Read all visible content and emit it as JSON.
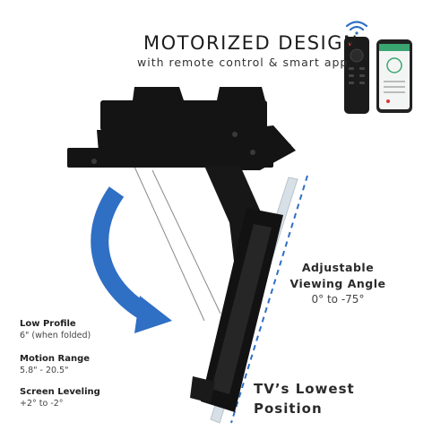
{
  "headline": "MOTORIZED DESIGN",
  "subheadline": "with remote control & smart app",
  "viewing_angle": {
    "title_line1": "Adjustable",
    "title_line2": "Viewing Angle",
    "range": "0° to -75°"
  },
  "specs": [
    {
      "label": "Low Profile",
      "value": "6\" (when folded)"
    },
    {
      "label": "Motion Range",
      "value": "5.8\" - 20.5\""
    },
    {
      "label": "Screen Leveling",
      "value": "+2° to -2°"
    }
  ],
  "lowest_position": {
    "line1": "TV’s Lowest",
    "line2": "Position"
  },
  "colors": {
    "arrow": "#2f6fc4",
    "mount": "#141414",
    "dashed_line": "#2f6fc4",
    "tv_edge": "#c9d3dc"
  },
  "icons": [
    "wifi-icon",
    "remote-control-icon",
    "smartphone-icon",
    "curved-arrow-icon"
  ]
}
